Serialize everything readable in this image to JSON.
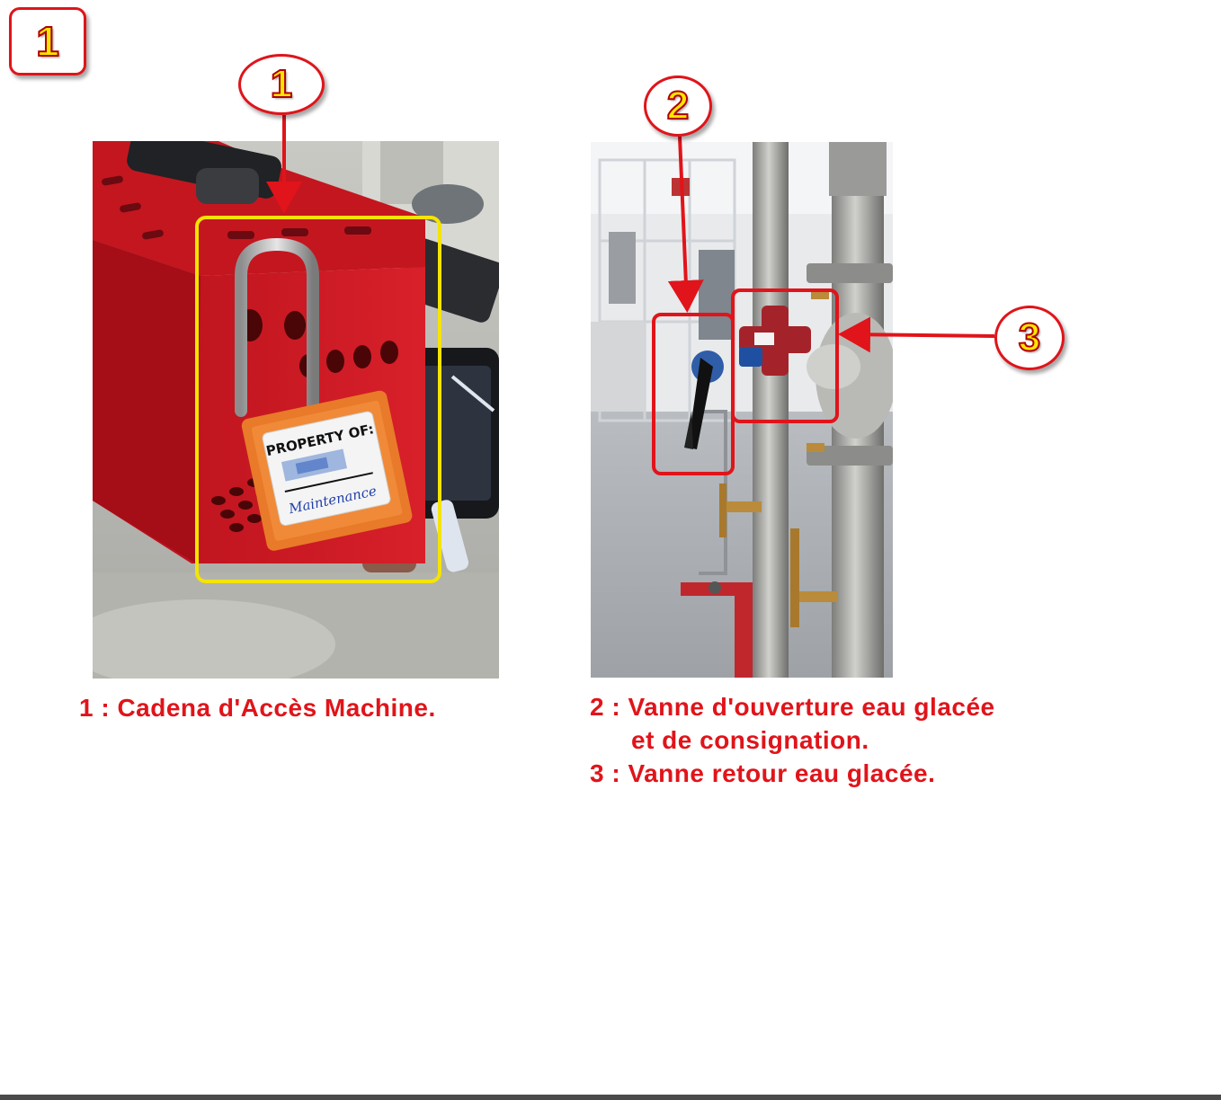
{
  "page_badge": {
    "label": "1"
  },
  "callouts": [
    {
      "label": "1"
    },
    {
      "label": "2"
    },
    {
      "label": "3"
    }
  ],
  "captions": {
    "item_1": "1 : Cadena d'Accès Machine.",
    "item_2_line1": "2 : Vanne d'ouverture eau glacée",
    "item_2_line2": "et de consignation.",
    "item_3": "3 : Vanne retour eau glacée."
  },
  "photo_padlock": {
    "tag_text": "PROPERTY OF:",
    "tag_signature": "Maintenance"
  },
  "colors": {
    "annotation_red": "#e0141a",
    "callout_yellow": "#ffe600",
    "highlight_yellow": "#f5e400"
  }
}
